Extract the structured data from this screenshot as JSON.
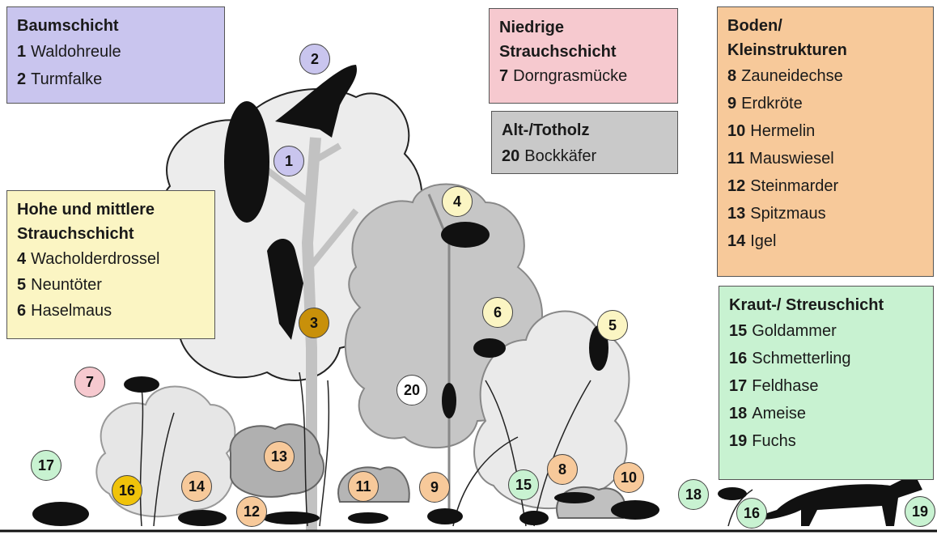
{
  "legend": [
    {
      "key": "tree",
      "title": "Baumschicht",
      "color": "#c9c5ee",
      "items": [
        {
          "num": "1",
          "name": "Waldohreule"
        },
        {
          "num": "2",
          "name": "Turmfalke"
        }
      ]
    },
    {
      "key": "shrub-low",
      "title": "Niedrige Strauchschicht",
      "color": "#f6c9cf",
      "items": [
        {
          "num": "7",
          "name": "Dorngrasmücke"
        }
      ]
    },
    {
      "key": "deadwood",
      "title": "Alt-/Totholz",
      "color": "#c9c9c9",
      "items": [
        {
          "num": "20",
          "name": "Bockkäfer"
        }
      ]
    },
    {
      "key": "ground",
      "title": "Boden/ Kleinstrukturen",
      "color": "#f7c99a",
      "items": [
        {
          "num": "8",
          "name": "Zauneidechse"
        },
        {
          "num": "9",
          "name": "Erdkröte"
        },
        {
          "num": "10",
          "name": "Hermelin"
        },
        {
          "num": "11",
          "name": "Mauswiesel"
        },
        {
          "num": "12",
          "name": "Steinmarder"
        },
        {
          "num": "13",
          "name": "Spitzmaus"
        },
        {
          "num": "14",
          "name": "Igel"
        }
      ]
    },
    {
      "key": "high-shrub",
      "title": "Hohe und mittlere Strauchschicht",
      "color": "#fbf5c3",
      "items": [
        {
          "num": "4",
          "name": "Wacholderdrossel"
        },
        {
          "num": "5",
          "name": "Neuntöter"
        },
        {
          "num": "6",
          "name": "Haselmaus"
        }
      ]
    },
    {
      "key": "herb",
      "title": "Kraut-/ Streuschicht",
      "color": "#c8f2d1",
      "items": [
        {
          "num": "15",
          "name": "Goldammer"
        },
        {
          "num": "16",
          "name": "Schmetterling"
        },
        {
          "num": "17",
          "name": "Feldhase"
        },
        {
          "num": "18",
          "name": "Ameise"
        },
        {
          "num": "19",
          "name": "Fuchs"
        }
      ]
    }
  ],
  "badges": [
    {
      "num": "1",
      "color": "#c9c5ee"
    },
    {
      "num": "2",
      "color": "#c9c5ee"
    },
    {
      "num": "3",
      "color": "#c8900a"
    },
    {
      "num": "4",
      "color": "#fbf5c3"
    },
    {
      "num": "5",
      "color": "#fbf5c3"
    },
    {
      "num": "6",
      "color": "#fbf5c3"
    },
    {
      "num": "7",
      "color": "#f6c9cf"
    },
    {
      "num": "8",
      "color": "#f7c99a"
    },
    {
      "num": "9",
      "color": "#f7c99a"
    },
    {
      "num": "10",
      "color": "#f7c99a"
    },
    {
      "num": "11",
      "color": "#f7c99a"
    },
    {
      "num": "12",
      "color": "#f7c99a"
    },
    {
      "num": "13",
      "color": "#f7c99a"
    },
    {
      "num": "14",
      "color": "#f7c99a"
    },
    {
      "num": "15",
      "color": "#c8f2d1"
    },
    {
      "num": "16",
      "color": "#f0c30a"
    },
    {
      "num": "16",
      "color": "#c8f2d1"
    },
    {
      "num": "17",
      "color": "#c8f2d1"
    },
    {
      "num": "18",
      "color": "#c8f2d1"
    },
    {
      "num": "19",
      "color": "#c8f2d1"
    },
    {
      "num": "20",
      "color": "#ffffff"
    }
  ]
}
